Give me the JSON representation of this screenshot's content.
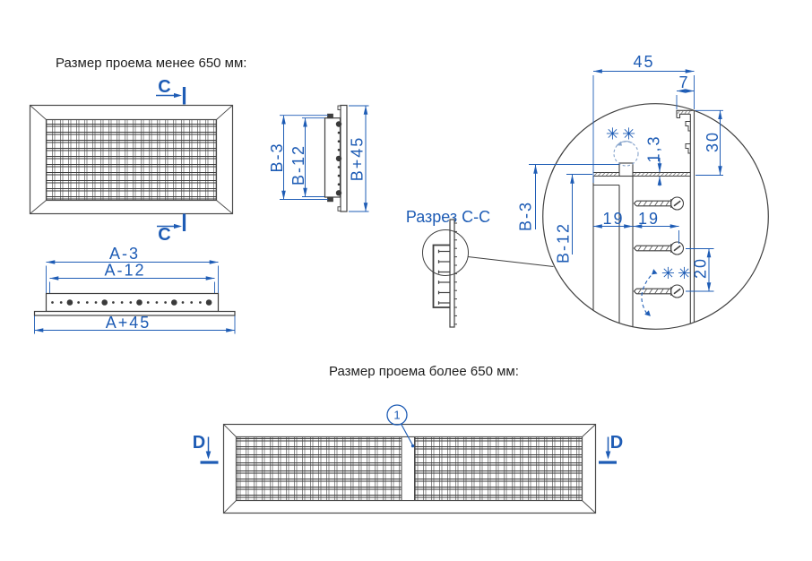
{
  "colors": {
    "dimension_blue": "#1e5cb5",
    "line_dark": "#3f3f3f"
  },
  "titles": {
    "less": "Размер проема менее 650 мм:",
    "more": "Размер проема более 650 мм:"
  },
  "markers": {
    "c": "C",
    "d": "D"
  },
  "section": {
    "label": "Разрез С-С"
  },
  "callout": {
    "number": "1"
  },
  "side_view_dims": {
    "b_minus_3": "B-3",
    "b_minus_12": "B-12",
    "b_plus_45": "B+45"
  },
  "plan_view_dims": {
    "a_minus_3": "A-3",
    "a_minus_12": "A-12",
    "a_plus_45": "A+45"
  },
  "detail_dims": {
    "width_45": "45",
    "lip_7": "7",
    "height_30": "30",
    "thickness_1_3": "1,3",
    "inset_19_left": "19",
    "inset_19_right": "19",
    "pitch_20": "20",
    "b_minus_3": "B-3",
    "b_minus_12": "B-12",
    "ref_marks_top": "✳✳",
    "ref_marks_bottom": "✳✳"
  }
}
